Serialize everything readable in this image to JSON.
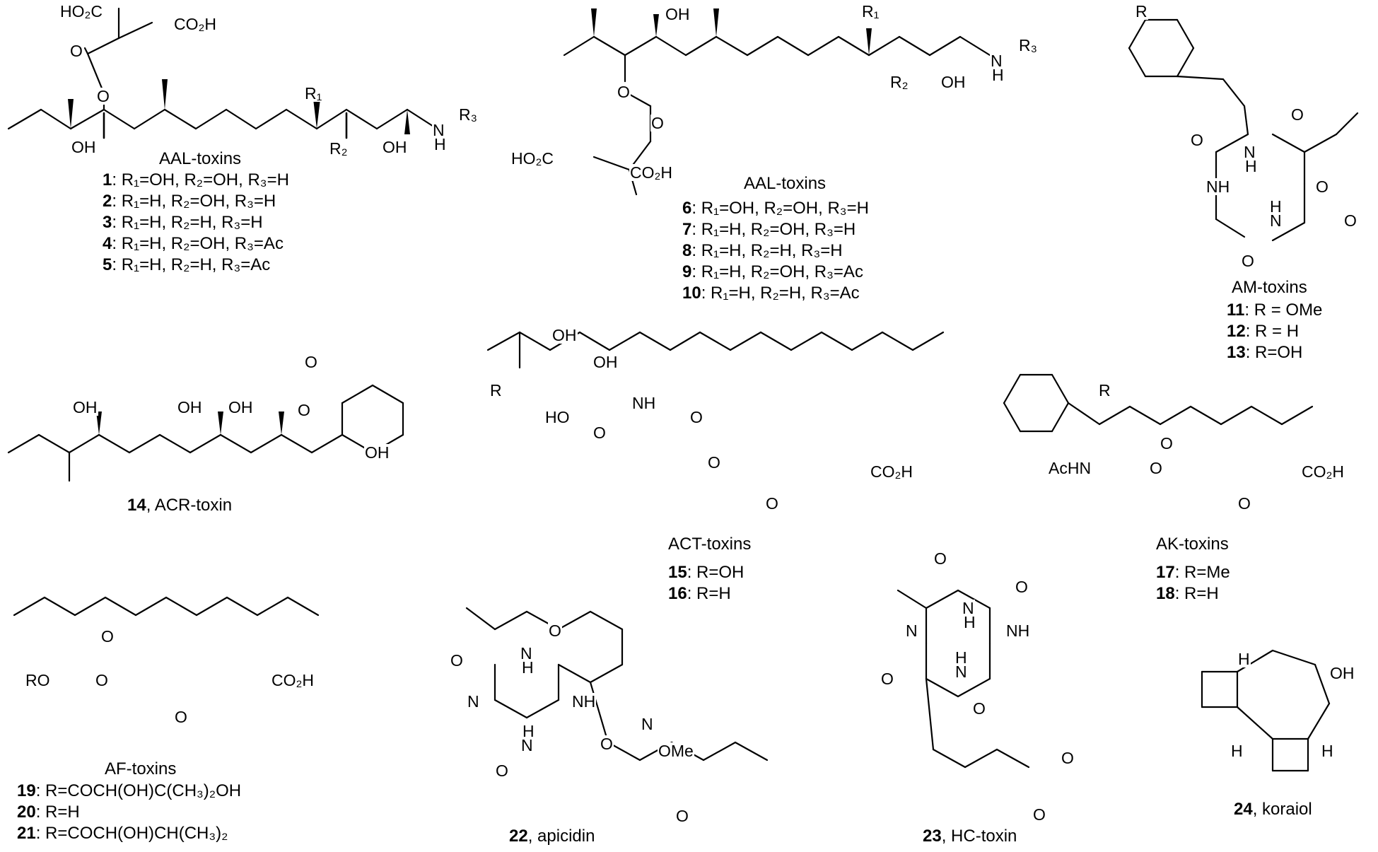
{
  "groups": [
    {
      "title": "AAL-toxins",
      "rows": [
        {
          "num": "1",
          "text": ": R₁=OH, R₂=OH, R₃=H"
        },
        {
          "num": "2",
          "text": ": R₁=H, R₂=OH, R₃=H"
        },
        {
          "num": "3",
          "text": ": R₁=H, R₂=H, R₃=H"
        },
        {
          "num": "4",
          "text": ": R₁=H, R₂=OH, R₃=Ac"
        },
        {
          "num": "5",
          "text": ": R₁=H, R₂=H, R₃=Ac"
        }
      ]
    },
    {
      "title": "AAL-toxins",
      "rows": [
        {
          "num": "6",
          "text": ": R₁=OH, R₂=OH, R₃=H"
        },
        {
          "num": "7",
          "text": ": R₁=H, R₂=OH, R₃=H"
        },
        {
          "num": "8",
          "text": ": R₁=H, R₂=H, R₃=H"
        },
        {
          "num": "9",
          "text": ": R₁=H, R₂=OH, R₃=Ac"
        },
        {
          "num": "10",
          "text": ": R₁=H, R₂=H, R₃=Ac"
        }
      ]
    },
    {
      "title": "AM-toxins",
      "rows": [
        {
          "num": "11",
          "text": ": R = OMe"
        },
        {
          "num": "12",
          "text": ": R = H"
        },
        {
          "num": "13",
          "text": ": R=OH"
        }
      ]
    },
    {
      "title": "ACT-toxins",
      "rows": [
        {
          "num": "15",
          "text": ": R=OH"
        },
        {
          "num": "16",
          "text": ": R=H"
        }
      ]
    },
    {
      "title": "AK-toxins",
      "rows": [
        {
          "num": "17",
          "text": ": R=Me"
        },
        {
          "num": "18",
          "text": ": R=H"
        }
      ]
    },
    {
      "title": "AF-toxins",
      "rows": [
        {
          "num": "19",
          "text": ": R=COCH(OH)C(CH₃)₂OH"
        },
        {
          "num": "20",
          "text": ": R=H"
        },
        {
          "num": "21",
          "text": ": R=COCH(OH)CH(CH₃)₂"
        }
      ]
    }
  ],
  "singles": [
    {
      "num": "14",
      "name": ", ACR-toxin"
    },
    {
      "num": "22",
      "name": ", apicidin"
    },
    {
      "num": "23",
      "name": ", HC-toxin"
    },
    {
      "num": "24",
      "name": ", koraiol"
    }
  ],
  "atoms": {
    "ho2c": "HO₂C",
    "co2h": "CO₂H",
    "o": "O",
    "oh": "OH",
    "ho": "HO",
    "r": "R",
    "r1": "R₁",
    "r2": "R₂",
    "r3": "R₃",
    "n": "N",
    "h": "H",
    "nh": "NH",
    "hn": "HN",
    "achn": "AcHN",
    "ro": "RO",
    "ome": "OMe"
  }
}
